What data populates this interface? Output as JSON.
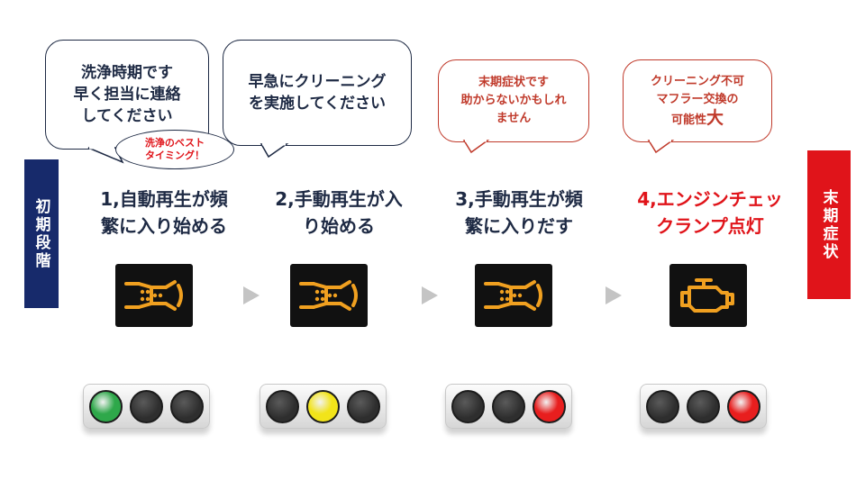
{
  "stage_labels": {
    "early": "初期段階",
    "late": "末期症状"
  },
  "bubbles": [
    {
      "lines": [
        "洗浄時期です",
        "早く担当に連絡",
        "してください"
      ]
    },
    {
      "lines": [
        "早急にクリーニング",
        "を実施してください"
      ]
    },
    {
      "lines": [
        "末期症状です",
        "助からないかもしれ",
        "ません"
      ]
    },
    {
      "lines": [
        "クリーニング不可",
        "マフラー交換の"
      ],
      "last_plain": "可能性",
      "last_big": "大"
    }
  ],
  "badge": {
    "line1": "洗浄のベスト",
    "line2": "タイミング！"
  },
  "steps": [
    {
      "line1": "1,自動再生が頻",
      "line2": "繁に入り始める"
    },
    {
      "line1": "2,手動再生が入",
      "line2": "り始める"
    },
    {
      "line1": "3,手動再生が頻",
      "line2": "繁に入りだす"
    },
    {
      "line1": "4,エンジンチェッ",
      "line2": "クランプ点灯"
    }
  ],
  "lamp_icons": [
    "dpf-warning-icon",
    "dpf-warning-icon",
    "dpf-warning-icon",
    "check-engine-icon"
  ],
  "signals": [
    {
      "lit": "green"
    },
    {
      "lit": "yellow"
    },
    {
      "lit": "red"
    },
    {
      "lit": "red"
    }
  ],
  "colors": {
    "navy": "#1e2a44",
    "navy_fill": "#172a6b",
    "red": "#c03a2b",
    "alert_red": "#e0141a",
    "lamp_amber": "#f0a020",
    "green": "#2ea84a",
    "yellow": "#f2e41a",
    "red_light": "#e81e1e"
  }
}
